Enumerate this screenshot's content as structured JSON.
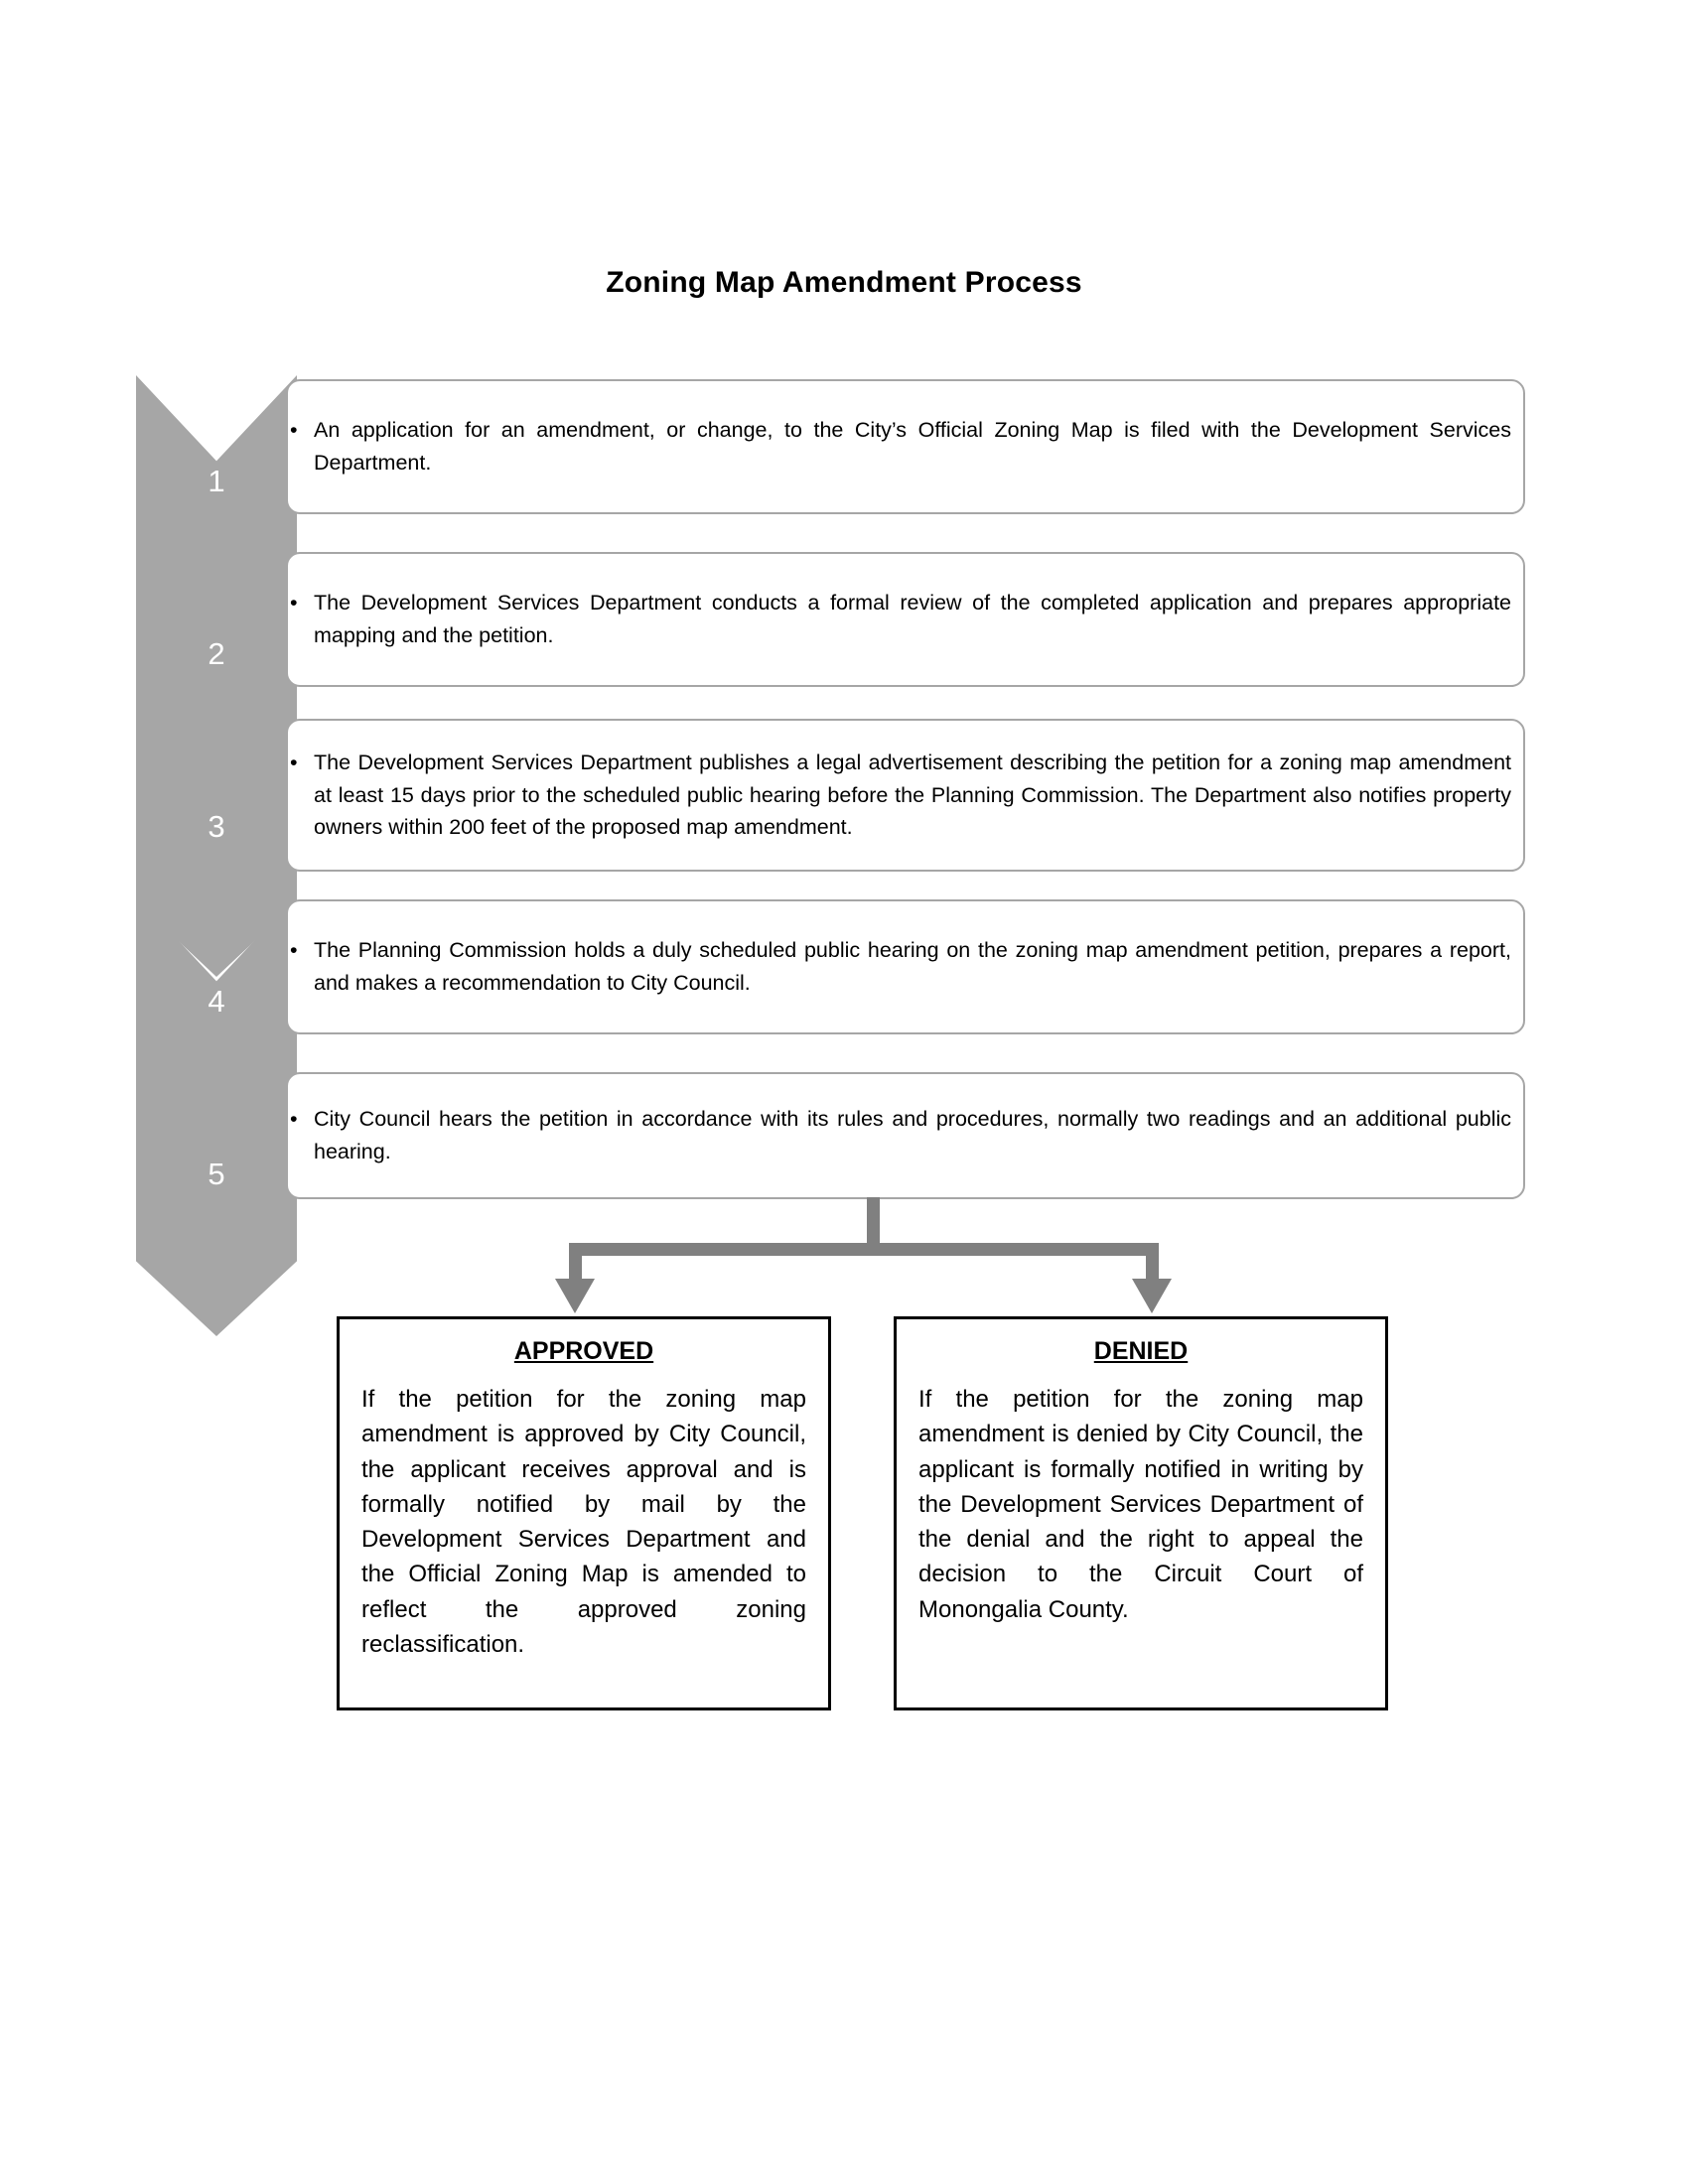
{
  "document": {
    "title": "Zoning Map Amendment Process"
  },
  "theme": {
    "chevron_fill": "#A6A6A6",
    "step_box_border": "#A6A6A6",
    "connector_color": "#808080",
    "outcome_border": "#000000",
    "text_color": "#000000",
    "chevron_number_color": "#FFFFFF",
    "page_background": "#FFFFFF"
  },
  "steps": [
    {
      "number": "1",
      "bullet": "•",
      "text": "An application for an amendment, or change, to the City’s Official Zoning Map is filed with the Development Services Department."
    },
    {
      "number": "2",
      "bullet": "•",
      "text": "The Development Services Department conducts a formal review of the completed application and prepares appropriate mapping and the petition."
    },
    {
      "number": "3",
      "bullet": "•",
      "text": "The Development Services Department publishes a legal advertisement describing the petition for a zoning map amendment at least 15 days prior to the scheduled public hearing before the Planning Commission.  The Department also notifies property owners within 200 feet of the proposed map amendment."
    },
    {
      "number": "4",
      "bullet": "•",
      "text": "The Planning Commission holds a duly scheduled public hearing on the zoning map amendment petition, prepares a report, and makes a recommendation to City Council."
    },
    {
      "number": "5",
      "bullet": "•",
      "text": "City Council hears the petition in accordance with its rules and procedures, normally two readings and an additional public hearing."
    }
  ],
  "outcomes": [
    {
      "title": "APPROVED",
      "text": "If the petition for the zoning map amendment is approved by City Council, the applicant receives approval and is formally notified by mail by the Development Services Department and the Official Zoning Map is amended to reflect the approved zoning reclassification."
    },
    {
      "title": "DENIED",
      "text": "If the petition for the zoning map amendment is denied by City Council, the applicant is formally notified in writing by the Development Services Department of the denial and the right to appeal the decision to the Circuit Court of Monongalia County."
    }
  ]
}
